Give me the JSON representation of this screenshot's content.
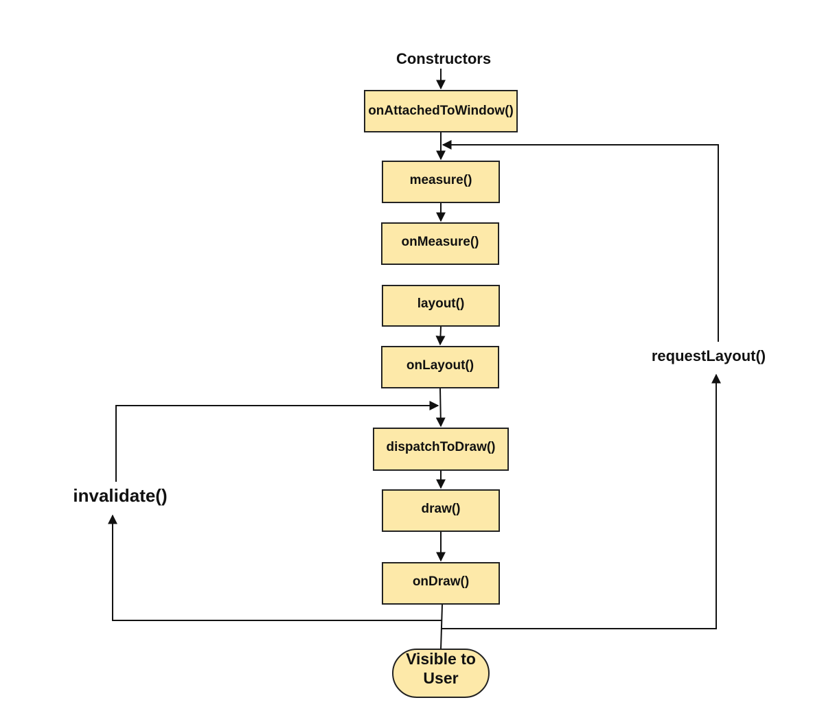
{
  "diagram": {
    "start_label": "Constructors",
    "nodes": {
      "on_attached": "onAttachedToWindow()",
      "measure": "measure()",
      "on_measure": "onMeasure()",
      "layout": "layout()",
      "on_layout": "onLayout()",
      "dispatch_draw": "dispatchToDraw()",
      "draw": "draw()",
      "on_draw": "onDraw()"
    },
    "terminal": {
      "line1": "Visible to",
      "line2": "User"
    },
    "loops": {
      "invalidate": "invalidate()",
      "request_layout": "requestLayout()"
    },
    "colors": {
      "node_fill": "#fde9a9",
      "stroke": "#222222",
      "text": "#111111"
    }
  }
}
